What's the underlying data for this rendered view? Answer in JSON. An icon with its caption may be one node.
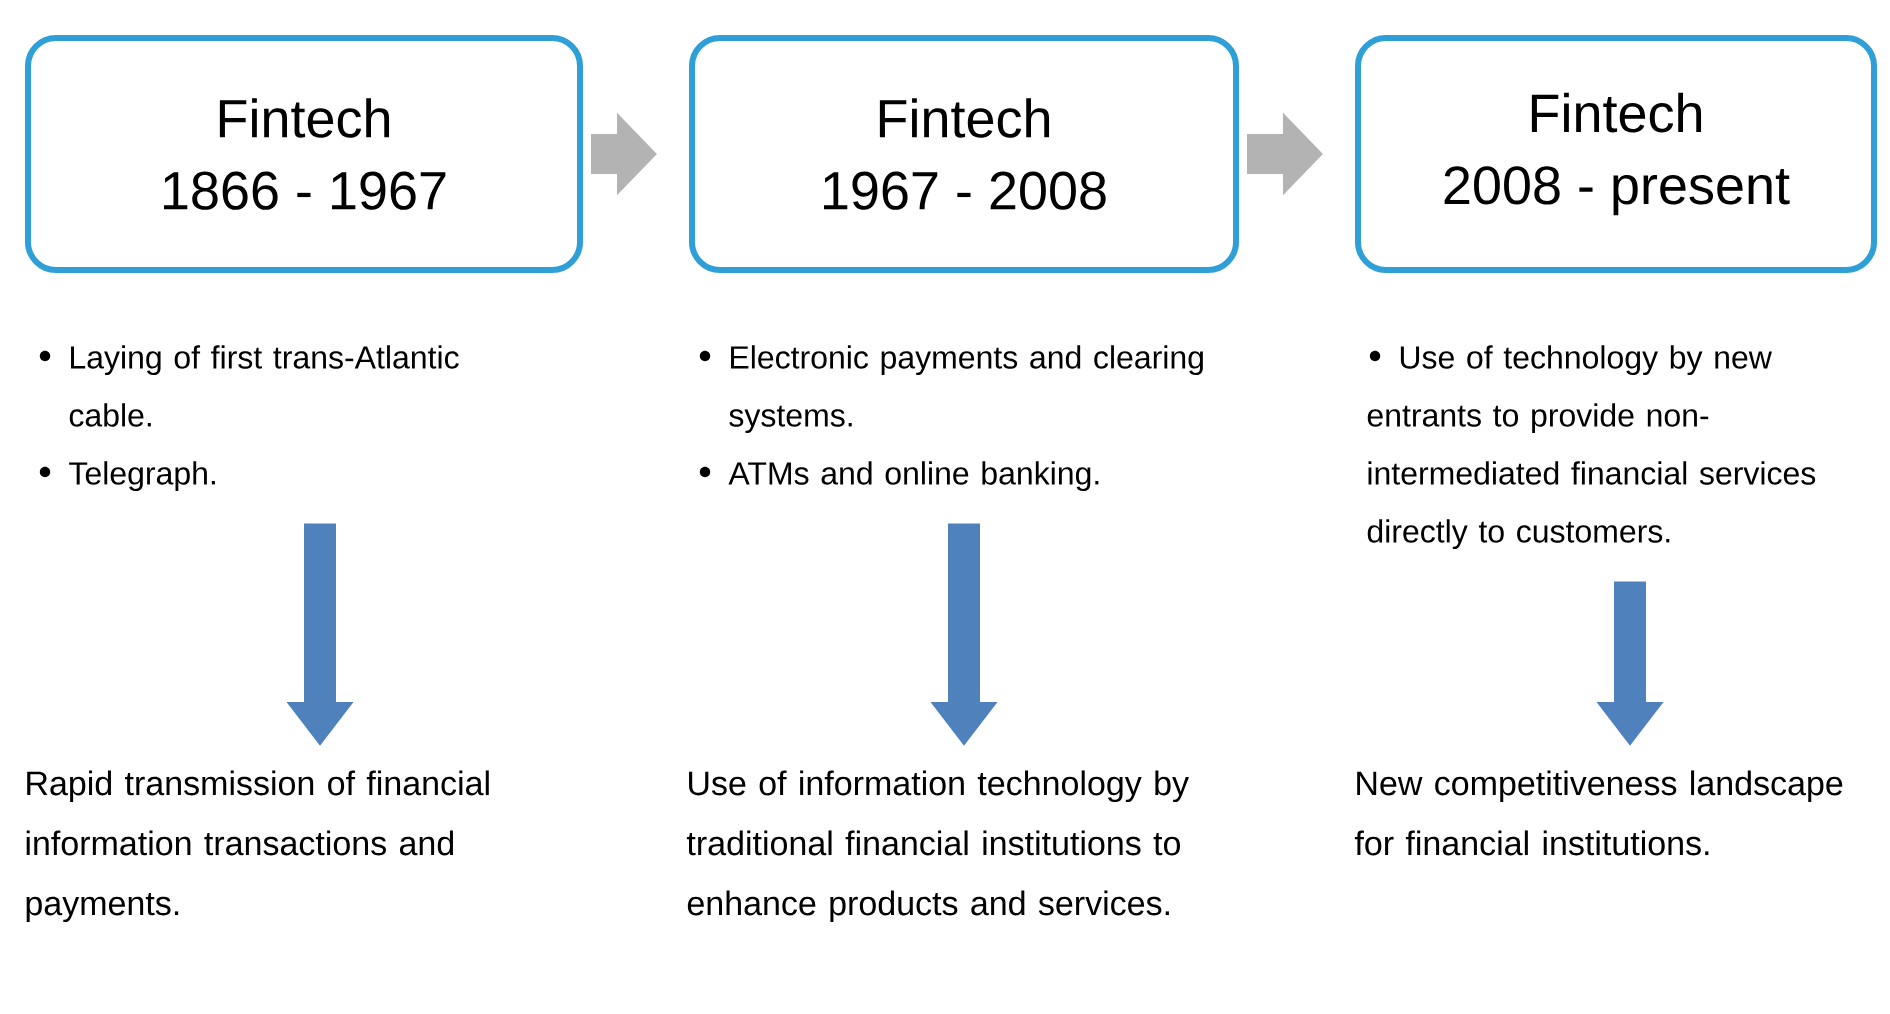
{
  "diagram": {
    "nodes": [
      {
        "text": [
          "Fintech",
          "1866 - 1967"
        ]
      },
      {
        "text": [
          "Laying of first trans-Atlantic cable.",
          "Telegraph."
        ]
      },
      {
        "text": [
          "Rapid transmission of financial information transactions and payments."
        ]
      },
      {
        "text": [
          "Fintech",
          "1967 - 2008"
        ]
      },
      {
        "text": [
          "Electronic payments and clearing systems.",
          "ATMs and online banking."
        ]
      },
      {
        "text": [
          "Use of information technology by traditional financial institutions to enhance products and services."
        ]
      },
      {
        "text": [
          "Fintech",
          "2008 - present"
        ]
      },
      {
        "text": [
          "Use of technology by new entrants to provide non-intermediated financial services directly to customers."
        ]
      },
      {
        "text": [
          "New competitiveness landscape for financial institutions."
        ]
      }
    ],
    "edges": [
      {
        "from": 0,
        "to": 3,
        "arrow": "to",
        "color": "#b3b3b3"
      },
      {
        "from": 3,
        "to": 6,
        "arrow": "to",
        "color": "#b3b3b3"
      },
      {
        "from": 1,
        "to": 2,
        "arrow": "to"
      },
      {
        "from": 4,
        "to": 5,
        "arrow": "to"
      },
      {
        "from": 7,
        "to": 8,
        "arrow": "to"
      }
    ]
  }
}
